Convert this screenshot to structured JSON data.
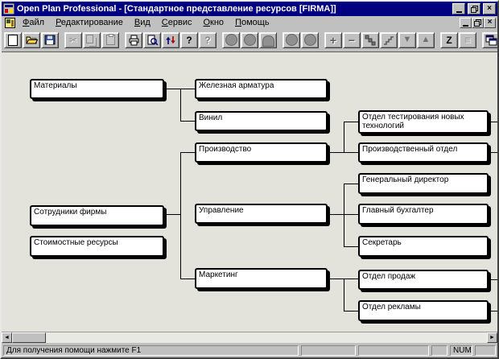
{
  "window": {
    "title": "Open Plan Professional - [Стандартное представление ресурсов [FIRMA]]",
    "controls": {
      "minimize": "",
      "restore": "",
      "close": "×"
    }
  },
  "menu": {
    "items": [
      "Файл",
      "Редактирование",
      "Вид",
      "Сервис",
      "Окно",
      "Помощь"
    ]
  },
  "toolbar": {
    "buttons": [
      {
        "name": "new",
        "disabled": false
      },
      {
        "name": "open",
        "disabled": false
      },
      {
        "name": "save",
        "disabled": false
      },
      {
        "name": "cut",
        "disabled": true
      },
      {
        "name": "copy",
        "disabled": true
      },
      {
        "name": "paste",
        "disabled": true
      },
      {
        "name": "print",
        "disabled": false
      },
      {
        "name": "print-preview",
        "disabled": false
      },
      {
        "name": "exchange",
        "disabled": false
      },
      {
        "name": "help",
        "disabled": false
      },
      {
        "name": "context-help",
        "disabled": true
      },
      {
        "name": "resource-circle-a",
        "disabled": true
      },
      {
        "name": "resource-circle-b",
        "disabled": true
      },
      {
        "name": "resource-arch",
        "disabled": true
      },
      {
        "name": "resource-circle-c",
        "disabled": true
      },
      {
        "name": "resource-circle-d",
        "disabled": true
      },
      {
        "name": "expand",
        "disabled": false
      },
      {
        "name": "collapse",
        "disabled": false
      },
      {
        "name": "link-nodes",
        "disabled": false
      },
      {
        "name": "steps",
        "disabled": false
      },
      {
        "name": "move-down",
        "disabled": false
      },
      {
        "name": "move-up",
        "disabled": false
      },
      {
        "name": "z-order",
        "disabled": false
      },
      {
        "name": "list-view",
        "disabled": true
      },
      {
        "name": "window-cascade",
        "disabled": false
      },
      {
        "name": "window-arrange",
        "disabled": false
      }
    ],
    "glyphs": {
      "cut": "✂",
      "help": "?",
      "context_help": "?",
      "plus": "+",
      "minus": "−",
      "down": "▼",
      "up": "▲",
      "z": "Z",
      "list": "≡"
    }
  },
  "diagram": {
    "nodes": [
      {
        "label": "Материалы"
      },
      {
        "label": "Железная арматура"
      },
      {
        "label": "Винил"
      },
      {
        "label": "Производство"
      },
      {
        "label": "Управление"
      },
      {
        "label": "Маркетинг"
      },
      {
        "label": "Сотрудники фирмы"
      },
      {
        "label": "Стоимостные ресурсы"
      },
      {
        "label": "Отдел тестирования новых технологий"
      },
      {
        "label": "Производственный отдел"
      },
      {
        "label": "Генеральный директор"
      },
      {
        "label": "Главный бухгалтер"
      },
      {
        "label": "Секретарь"
      },
      {
        "label": "Отдел продаж"
      },
      {
        "label": "Отдел рекламы"
      }
    ],
    "edges": [
      {
        "parent": "Материалы",
        "children": [
          "Железная арматура",
          "Винил"
        ]
      },
      {
        "parent": "Сотрудники фирмы",
        "children": [
          "Производство",
          "Управление",
          "Маркетинг"
        ]
      },
      {
        "parent": "Производство",
        "children": [
          "Отдел тестирования новых технологий",
          "Производственный отдел"
        ]
      },
      {
        "parent": "Управление",
        "children": [
          "Генеральный директор",
          "Главный бухгалтер",
          "Секретарь"
        ]
      },
      {
        "parent": "Маркетинг",
        "children": [
          "Отдел продаж",
          "Отдел рекламы"
        ]
      },
      {
        "note": "Отдел тестирования новых технологий, Производственный отдел, Отдел продаж, Отдел рекламы have further children off-screen (stub lines to right edge)"
      }
    ]
  },
  "scrollbar": {
    "left_glyph": "◄",
    "right_glyph": "►"
  },
  "statusbar": {
    "help_text": "Для получения помощи нажмите F1",
    "num_label": "NUM"
  },
  "colors": {
    "titlebar": "#000080",
    "chrome": "#c0c0c0",
    "canvas": "#e3e3db",
    "node_bg": "#ffffff",
    "line": "#000000",
    "title_text": "#ffffff"
  }
}
